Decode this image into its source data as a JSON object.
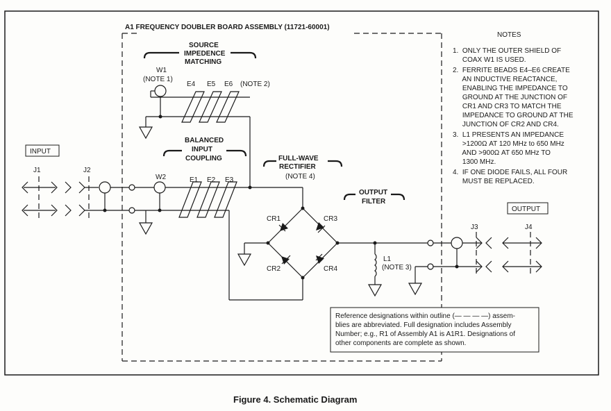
{
  "board_title": "A1 FREQUENCY DOUBLER BOARD ASSEMBLY (11721-60001)",
  "labels": {
    "input": "INPUT",
    "output": "OUTPUT",
    "j1": "J1",
    "j2": "J2",
    "j3": "J3",
    "j4": "J4",
    "w1": "W1",
    "w1_note": "(NOTE 1)",
    "w2": "W2",
    "e4": "E4",
    "e5": "E5",
    "e6": "E6",
    "e456_note": "(NOTE 2)",
    "e1": "E1",
    "e2": "E2",
    "e3": "E3",
    "cr1": "CR1",
    "cr2": "CR2",
    "cr3": "CR3",
    "cr4": "CR4",
    "l1": "L1",
    "l1_note": "(NOTE 3)"
  },
  "sections": {
    "source_1": "SOURCE",
    "source_2": "IMPEDENCE",
    "source_3": "MATCHING",
    "balanced_1": "BALANCED",
    "balanced_2": "INPUT",
    "balanced_3": "COUPLING",
    "rectifier_1": "FULL-WAVE",
    "rectifier_2": "RECTIFIER",
    "rectifier_3": "(NOTE 4)",
    "filter_1": "OUTPUT",
    "filter_2": "FILTER"
  },
  "notes": {
    "heading": "NOTES",
    "lines": [
      "1.  ONLY THE OUTER SHIELD OF",
      "     COAX W1 IS USED.",
      "2.  FERRITE BEADS E4–E6 CREATE",
      "     AN INDUCTIVE REACTANCE,",
      "     ENABLING THE IMPEDANCE TO",
      "     GROUND AT THE JUNCTION OF",
      "     CR1 AND CR3 TO MATCH THE",
      "     IMPEDANCE TO GROUND AT THE",
      "     JUNCTION OF CR2 AND CR4.",
      "3.  L1 PRESENTS AN IMPEDANCE",
      "     >1200Ω AT 120 MHz to 650 MHz",
      "     AND >900Ω AT 650 MHz TO",
      "     1300 MHz.",
      "4.  IF ONE DIODE FAILS, ALL FOUR",
      "     MUST BE REPLACED."
    ]
  },
  "reference_box": {
    "lines": [
      "Reference designations within outline (— — — —) assem-",
      "blies are abbreviated. Full designation includes Assembly",
      "Number; e.g., R1 of Assembly A1 is A1R1. Designations of",
      "other components are complete as shown."
    ]
  },
  "caption": "Figure 4.  Schematic Diagram"
}
